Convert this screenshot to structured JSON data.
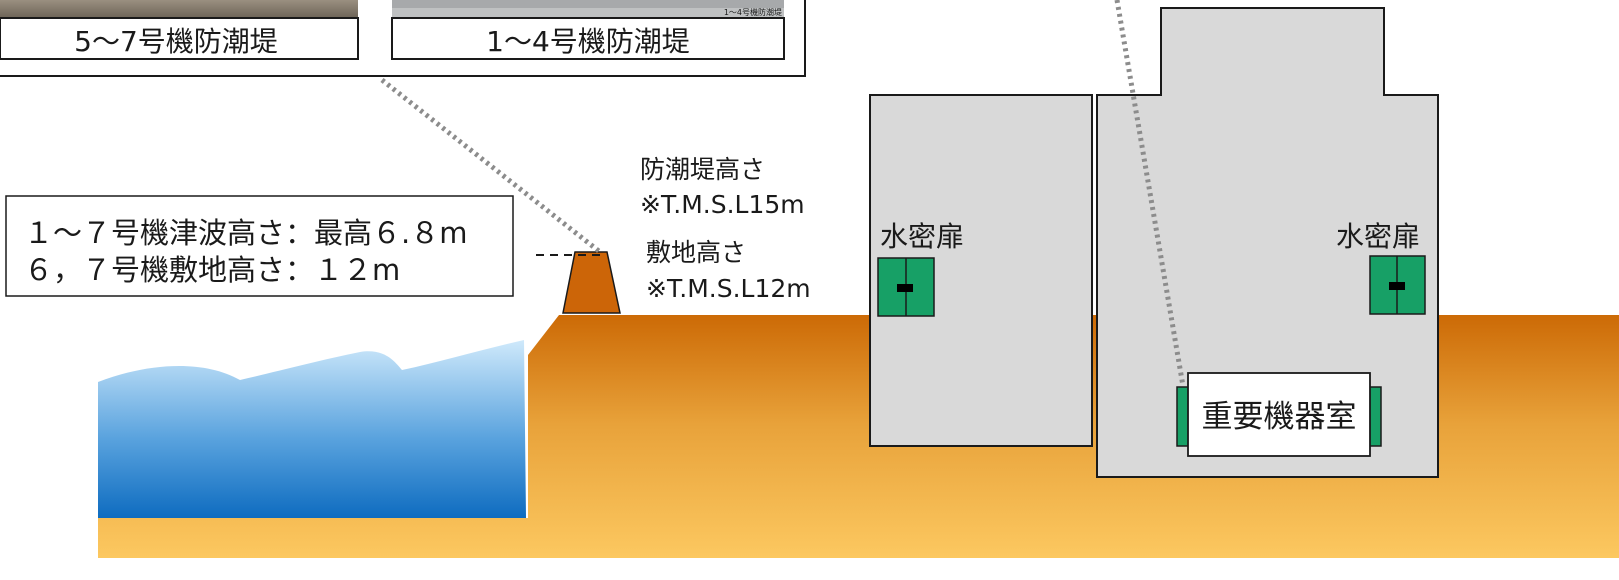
{
  "photo_captions": {
    "left": "5～7号機防潮堤",
    "right": "1～4号機防潮堤",
    "photo_stamp": "1～4号機防潮堤"
  },
  "info_box": {
    "line1": "１～７号機津波高さ：最高６.８m",
    "line2": "６，７号機敷地高さ：１２m"
  },
  "seawall_labels": {
    "wall_height_title": "防潮堤高さ",
    "wall_height_value": "※T.M.S.L15m",
    "site_height_title": "敷地高さ",
    "site_height_value": "※T.M.S.L12m"
  },
  "doors": {
    "left_label": "水密扉",
    "right_label": "水密扉"
  },
  "room": {
    "label": "重要機器室"
  },
  "colors": {
    "ground_top": "#cc6a06",
    "ground_bottom": "#fcc860",
    "sea_top": "#cfe9fb",
    "sea_bottom": "#0e6cc0",
    "seawall": "#cc6508",
    "building": "#d9d9d9",
    "door": "#17a066",
    "dotted_line": "#8c8c8c"
  }
}
